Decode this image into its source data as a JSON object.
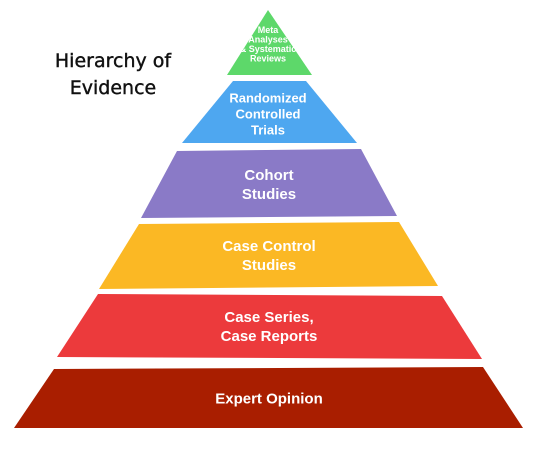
{
  "title": {
    "line1": "Hierarchy of",
    "line2": "Evidence"
  },
  "tiers": [
    {
      "label_lines": [
        "Meta",
        "Analyses",
        "& Systematic",
        "Reviews"
      ],
      "color": "#5dd86a",
      "rank": 1
    },
    {
      "label_lines": [
        "Randomized",
        "Controlled",
        "Trials"
      ],
      "color": "#4ea7f0",
      "rank": 2
    },
    {
      "label_lines": [
        "Cohort",
        "Studies"
      ],
      "color": "#8a7ac7",
      "rank": 3
    },
    {
      "label_lines": [
        "Case Control",
        "Studies"
      ],
      "color": "#fbb824",
      "rank": 4
    },
    {
      "label_lines": [
        "Case Series,",
        "Case Reports"
      ],
      "color": "#ec3a3c",
      "rank": 5
    },
    {
      "label_lines": [
        "Expert Opinion"
      ],
      "color": "#a91e00",
      "rank": 6
    }
  ]
}
